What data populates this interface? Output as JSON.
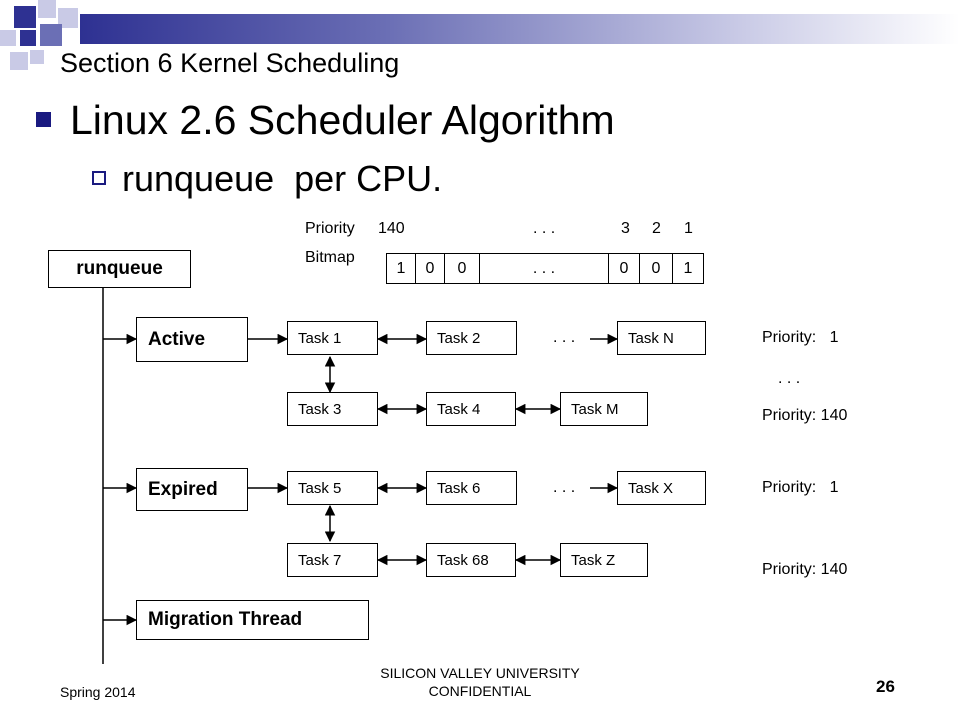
{
  "slide": {
    "section_title": "Section 6  Kernel Scheduling",
    "heading": "Linux 2.6 Scheduler Algorithm",
    "subheading": "runqueue  per CPU."
  },
  "bitmap": {
    "priority_label": "Priority",
    "bitmap_label": "Bitmap",
    "priority_140": "140",
    "priority_dots": ". . .",
    "priority_3": "3",
    "priority_2": "2",
    "priority_1": "1",
    "cells": [
      "1",
      "0",
      "0",
      ". . .",
      "0",
      "0",
      "1"
    ]
  },
  "runqueue": {
    "label": "runqueue",
    "active_label": "Active",
    "expired_label": "Expired",
    "migration_label": "Migration Thread"
  },
  "tasks": {
    "active_row1": [
      "Task 1",
      "Task 2",
      "Task N"
    ],
    "active_row2": [
      "Task 3",
      "Task 4",
      "Task M"
    ],
    "expired_row1": [
      "Task 5",
      "Task 6",
      "Task X"
    ],
    "expired_row2": [
      "Task 7",
      "Task 68",
      "Task Z"
    ],
    "dots": ". . ."
  },
  "priorities": {
    "active_top": "Priority:   1",
    "active_dots": ". . .",
    "active_bottom": "Priority: 140",
    "expired_top": "Priority:   1",
    "expired_bottom": "Priority: 140"
  },
  "footer": {
    "term": "Spring 2014",
    "confidential": "SILICON VALLEY UNIVERSITY\nCONFIDENTIAL",
    "page_number": "26"
  },
  "colors": {
    "accent_dark": "#2e3192",
    "accent_mid": "#6b6fb5",
    "accent_light": "#c9cae6",
    "bullet": "#1a1a80"
  }
}
